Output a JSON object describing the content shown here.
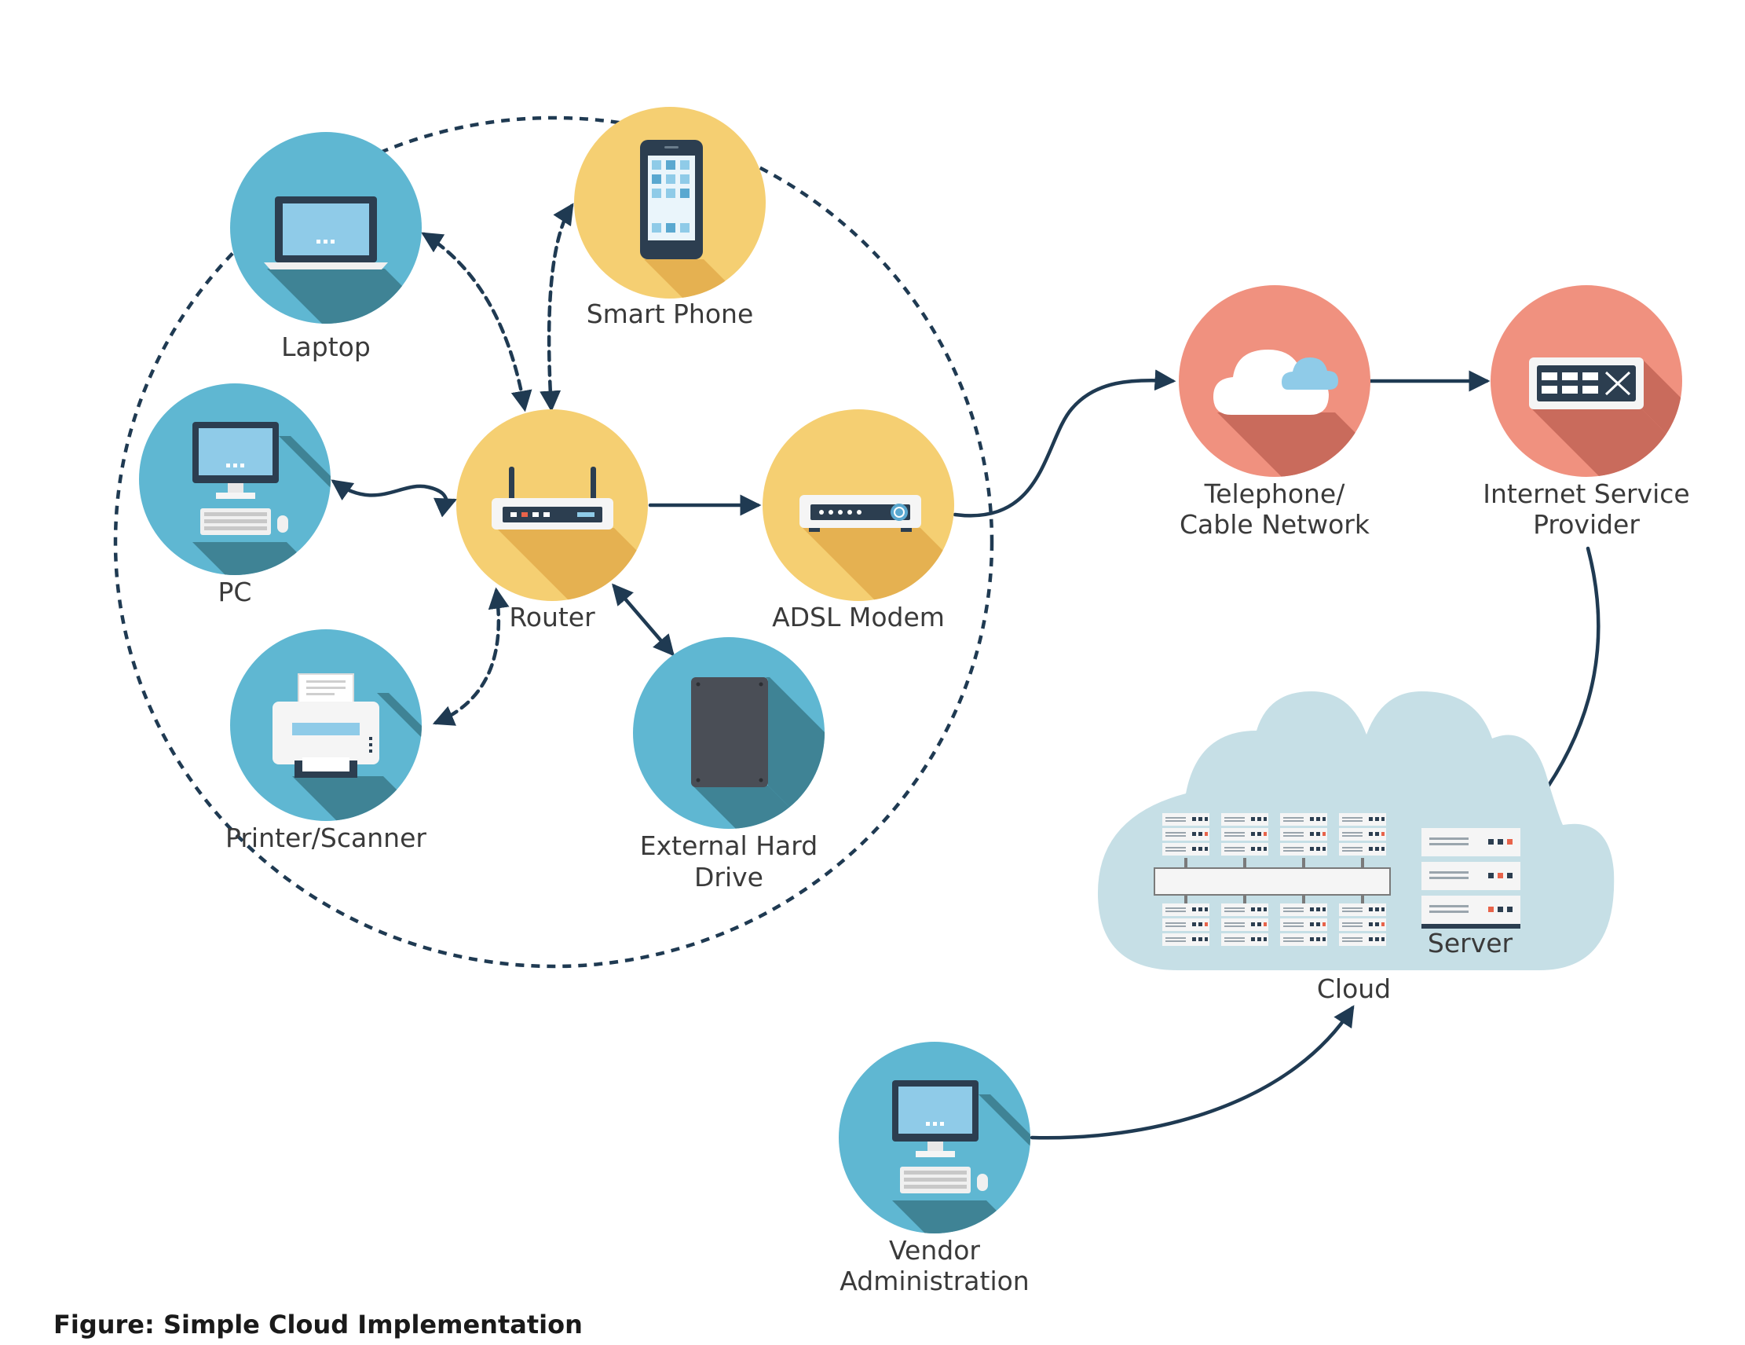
{
  "nodes": {
    "laptop": "Laptop",
    "smart_phone": "Smart Phone",
    "pc": "PC",
    "router": "Router",
    "adsl_modem": "ADSL Modem",
    "printer_scanner": "Printer/Scanner",
    "external_hard_drive": [
      "External Hard",
      "Drive"
    ],
    "telephone_cable_network": [
      "Telephone/",
      "Cable Network"
    ],
    "isp": [
      "Internet Service",
      "Provider"
    ],
    "server": "Server",
    "cloud": "Cloud",
    "vendor_administration": [
      "Vendor",
      "Administration"
    ]
  },
  "caption": "Figure: Simple Cloud Implementation",
  "colors": {
    "blue": "#5fb7d2",
    "yellow": "#f5cf72",
    "coral": "#f0917f",
    "cloud": "#c6dfe6",
    "link": "#1f3a52"
  }
}
